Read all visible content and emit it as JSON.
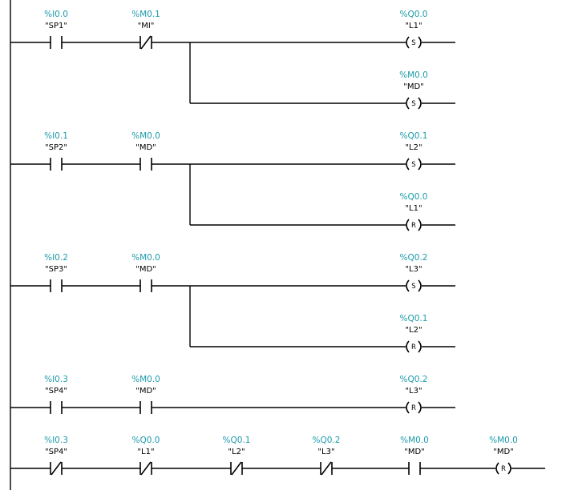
{
  "colors": {
    "address": "#1a9bab",
    "wire": "#000000",
    "background": "#ffffff"
  },
  "rungs": [
    {
      "contacts": [
        {
          "address": "%I0.0",
          "tag": "\"SP1\"",
          "type": "NO"
        },
        {
          "address": "%M0.1",
          "tag": "\"MI\"",
          "type": "NC"
        }
      ],
      "coils": [
        {
          "address": "%Q0.0",
          "tag": "\"L1\"",
          "type": "S"
        },
        {
          "address": "%M0.0",
          "tag": "\"MD\"",
          "type": "S"
        }
      ]
    },
    {
      "contacts": [
        {
          "address": "%I0.1",
          "tag": "\"SP2\"",
          "type": "NO"
        },
        {
          "address": "%M0.0",
          "tag": "\"MD\"",
          "type": "NO"
        }
      ],
      "coils": [
        {
          "address": "%Q0.1",
          "tag": "\"L2\"",
          "type": "S"
        },
        {
          "address": "%Q0.0",
          "tag": "\"L1\"",
          "type": "R"
        }
      ]
    },
    {
      "contacts": [
        {
          "address": "%I0.2",
          "tag": "\"SP3\"",
          "type": "NO"
        },
        {
          "address": "%M0.0",
          "tag": "\"MD\"",
          "type": "NO"
        }
      ],
      "coils": [
        {
          "address": "%Q0.2",
          "tag": "\"L3\"",
          "type": "S"
        },
        {
          "address": "%Q0.1",
          "tag": "\"L2\"",
          "type": "R"
        }
      ]
    },
    {
      "contacts": [
        {
          "address": "%I0.3",
          "tag": "\"SP4\"",
          "type": "NO"
        },
        {
          "address": "%M0.0",
          "tag": "\"MD\"",
          "type": "NO"
        }
      ],
      "coils": [
        {
          "address": "%Q0.2",
          "tag": "\"L3\"",
          "type": "R"
        }
      ]
    },
    {
      "contacts": [
        {
          "address": "%I0.3",
          "tag": "\"SP4\"",
          "type": "NC"
        },
        {
          "address": "%Q0.0",
          "tag": "\"L1\"",
          "type": "NC"
        },
        {
          "address": "%Q0.1",
          "tag": "\"L2\"",
          "type": "NC"
        },
        {
          "address": "%Q0.2",
          "tag": "\"L3\"",
          "type": "NC"
        },
        {
          "address": "%M0.0",
          "tag": "\"MD\"",
          "type": "NO"
        }
      ],
      "coils": [
        {
          "address": "%M0.0",
          "tag": "\"MD\"",
          "type": "R"
        }
      ]
    }
  ]
}
